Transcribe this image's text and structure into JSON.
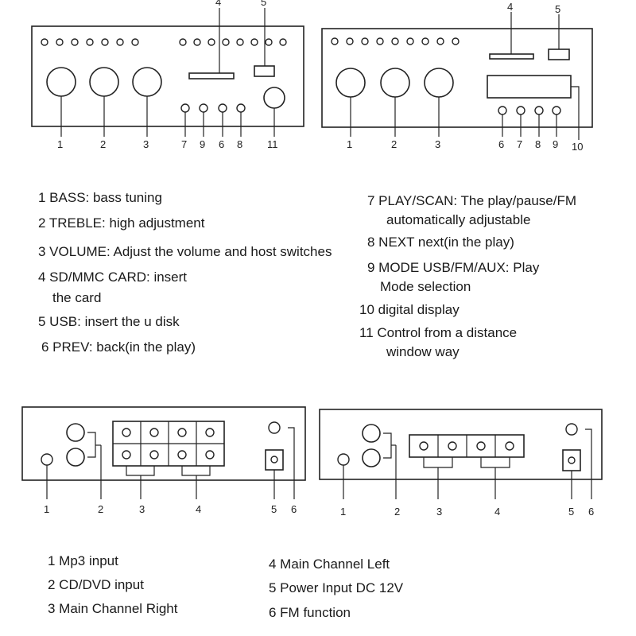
{
  "front_diagrams": {
    "left": {
      "callouts": [
        "1",
        "2",
        "3",
        "4",
        "5",
        "7",
        "9",
        "6",
        "8",
        "11"
      ]
    },
    "right": {
      "callouts": [
        "1",
        "2",
        "3",
        "4",
        "5",
        "6",
        "7",
        "8",
        "9",
        "10"
      ]
    }
  },
  "front_legend": {
    "left": [
      "1 BASS: bass tuning",
      "2 TREBLE: high adjustment",
      "3 VOLUME: Adjust the volume and host switches",
      "4 SD/MMC CARD: insert",
      "the card",
      "5 USB: insert the u disk",
      "6 PREV: back(in the play)"
    ],
    "right": [
      "7 PLAY/SCAN: The play/pause/FM",
      "automatically adjustable",
      "8 NEXT next(in the play)",
      "9 MODE USB/FM/AUX: Play",
      "Mode selection",
      "10 digital display",
      "11 Control from a distance",
      "window way"
    ]
  },
  "rear_diagrams": {
    "left": {
      "callouts": [
        "1",
        "2",
        "3",
        "4",
        "5",
        "6"
      ]
    },
    "right": {
      "callouts": [
        "1",
        "2",
        "3",
        "4",
        "5",
        "6"
      ]
    }
  },
  "rear_legend": {
    "left": [
      "1 Mp3 input",
      "2 CD/DVD input",
      "3 Main Channel Right"
    ],
    "right": [
      "4 Main Channel Left",
      "5 Power Input DC 12V",
      "6 FM function"
    ]
  }
}
